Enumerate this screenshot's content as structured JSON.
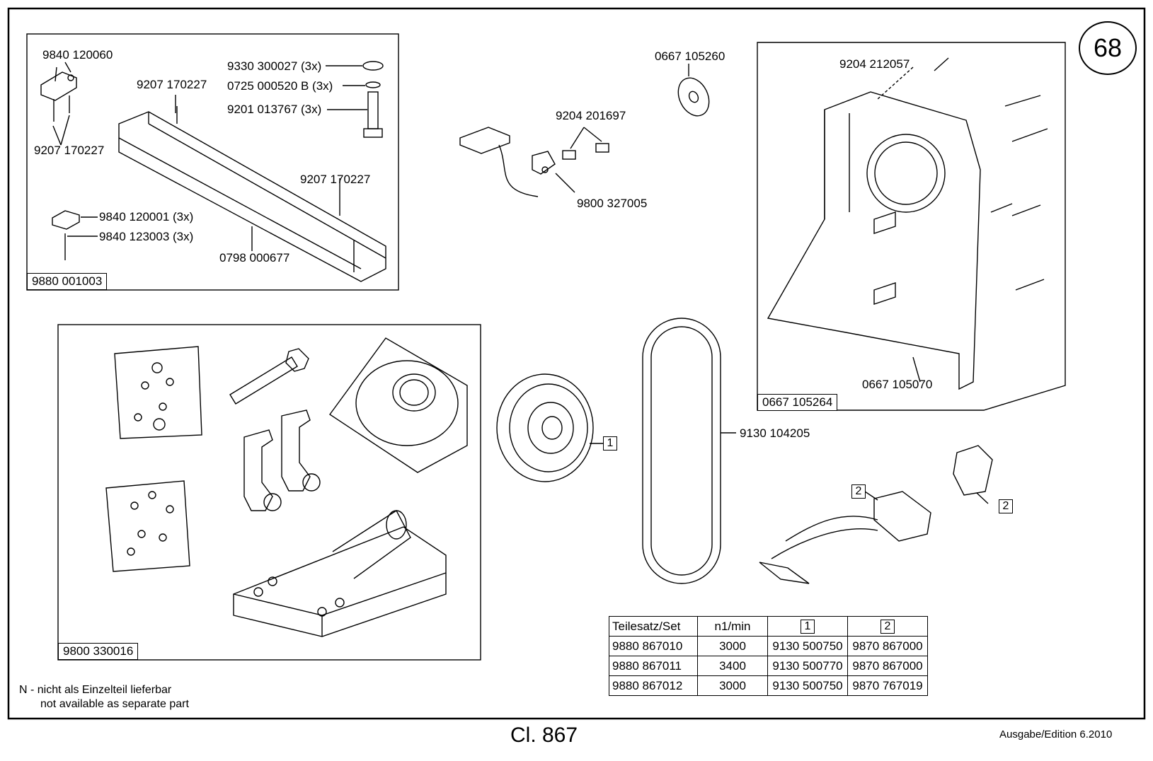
{
  "page_number": "68",
  "model": "Cl. 867",
  "edition": "Ausgabe/Edition   6.2010",
  "note_de": "N - nicht als Einzelteil lieferbar",
  "note_en": "not available as separate part",
  "group_top_left": {
    "box_label": "9880 001003",
    "parts": [
      "9840 120060",
      "9207 170227",
      "9207 170227",
      "9330 300027 (3x)",
      "0725 000520 B (3x)",
      "9201 013767 (3x)",
      "9207 170227",
      "9840 120001 (3x)",
      "9840 123003 (3x)",
      "0798 000677"
    ]
  },
  "group_sensor": {
    "parts": [
      "9204 201697",
      "9800 327005",
      "0667 105260"
    ]
  },
  "group_cover": {
    "box_label": "0667 105264",
    "parts": [
      "9204 212057",
      "0667 105070"
    ]
  },
  "group_kit": {
    "box_label": "9800 330016"
  },
  "belt_label": "9130 104205",
  "callouts": {
    "pulley": "1",
    "cable": "2",
    "connector": "2"
  },
  "table": {
    "headers": [
      "Teilesatz/Set",
      "n1/min",
      "1",
      "2"
    ],
    "rows": [
      [
        "9880 867010",
        "3000",
        "9130 500750",
        "9870 867000"
      ],
      [
        "9880 867011",
        "3400",
        "9130 500770",
        "9870 867000"
      ],
      [
        "9880 867012",
        "3000",
        "9130 500750",
        "9870 767019"
      ]
    ]
  }
}
